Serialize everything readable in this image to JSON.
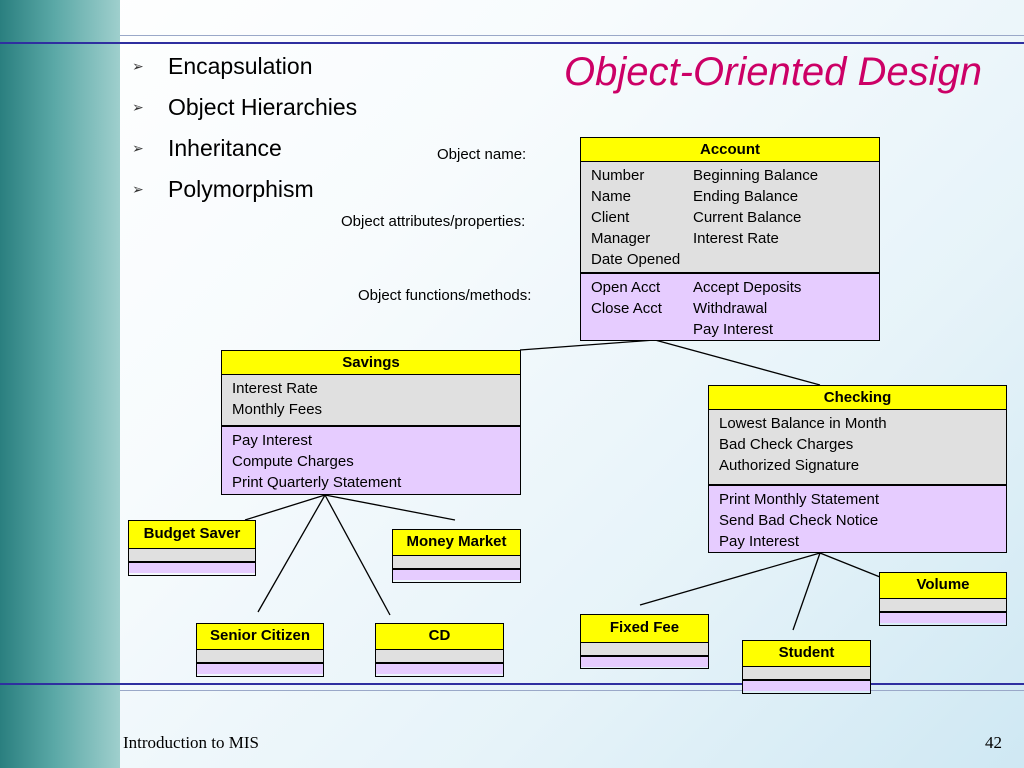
{
  "slide": {
    "title": "Object-Oriented Design",
    "bullets": [
      "Encapsulation",
      "Object Hierarchies",
      "Inheritance",
      "Polymorphism"
    ],
    "labels": {
      "object_name": "Object name:",
      "attributes": "Object attributes/properties:",
      "methods": "Object functions/methods:"
    },
    "footer": {
      "left": "Introduction to MIS",
      "page": "42"
    }
  },
  "account": {
    "name": "Account",
    "attributes": [
      [
        "Number",
        "Beginning Balance"
      ],
      [
        "Name",
        "Ending Balance"
      ],
      [
        "Client",
        "Current Balance"
      ],
      [
        "Manager",
        "Interest Rate"
      ],
      [
        "Date Opened",
        ""
      ]
    ],
    "methods": [
      [
        "Open Acct",
        "Accept Deposits"
      ],
      [
        "Close Acct",
        "Withdrawal"
      ],
      [
        "",
        "Pay Interest"
      ]
    ]
  },
  "savings": {
    "name": "Savings",
    "attributes": [
      "Interest Rate",
      "Monthly Fees"
    ],
    "methods": [
      "Pay Interest",
      "Compute Charges",
      "Print Quarterly Statement"
    ]
  },
  "checking": {
    "name": "Checking",
    "attributes": [
      "Lowest Balance in Month",
      "Bad Check Charges",
      "Authorized Signature"
    ],
    "methods": [
      "Print Monthly Statement",
      "Send Bad Check Notice",
      "Pay Interest"
    ]
  },
  "subclasses": {
    "budget_saver": "Budget Saver",
    "money_market": "Money Market",
    "senior_citizen": "Senior Citizen",
    "cd": "CD",
    "fixed_fee": "Fixed Fee",
    "student": "Student",
    "volume": "Volume"
  },
  "colors": {
    "title": "#cc0066",
    "header": "#ffff00",
    "attributes": "#e0e0e0",
    "methods": "#e6ccff",
    "rule": "#2f2fa0"
  }
}
